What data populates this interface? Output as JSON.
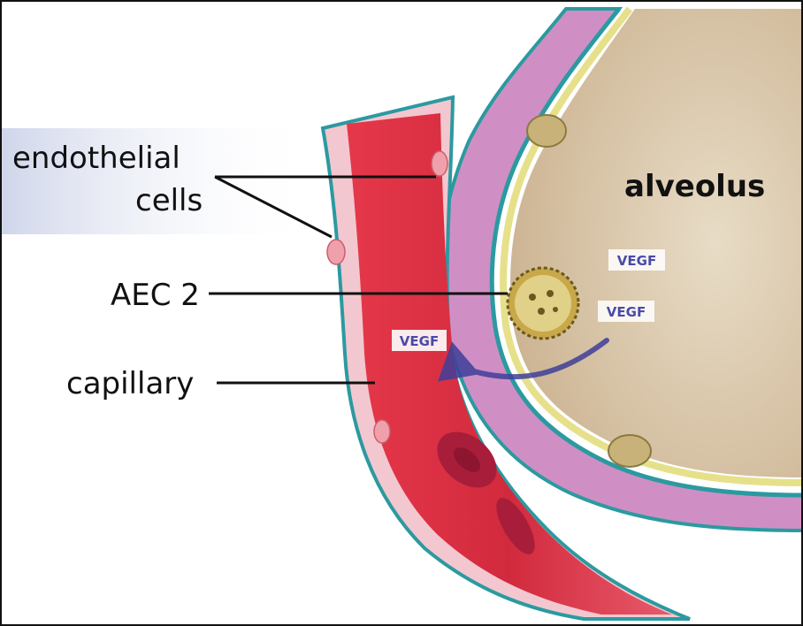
{
  "labels": {
    "endothelial_line1": "endothelial",
    "endothelial_line2": "cells",
    "aec2": "AEC 2",
    "capillary": "capillary",
    "alveolus": "alveolus"
  },
  "vegf": [
    "VEGF",
    "VEGF",
    "VEGF"
  ],
  "colors": {
    "vegf_text": "#4a4aa8",
    "arrow": "#4a4aa0",
    "blood": "#d9323f",
    "alveolus": "#d9c6a8",
    "membrane_pink": "#cf8fc4",
    "membrane_teal": "#2b9aa0",
    "membrane_yellow": "#e6e08a"
  }
}
